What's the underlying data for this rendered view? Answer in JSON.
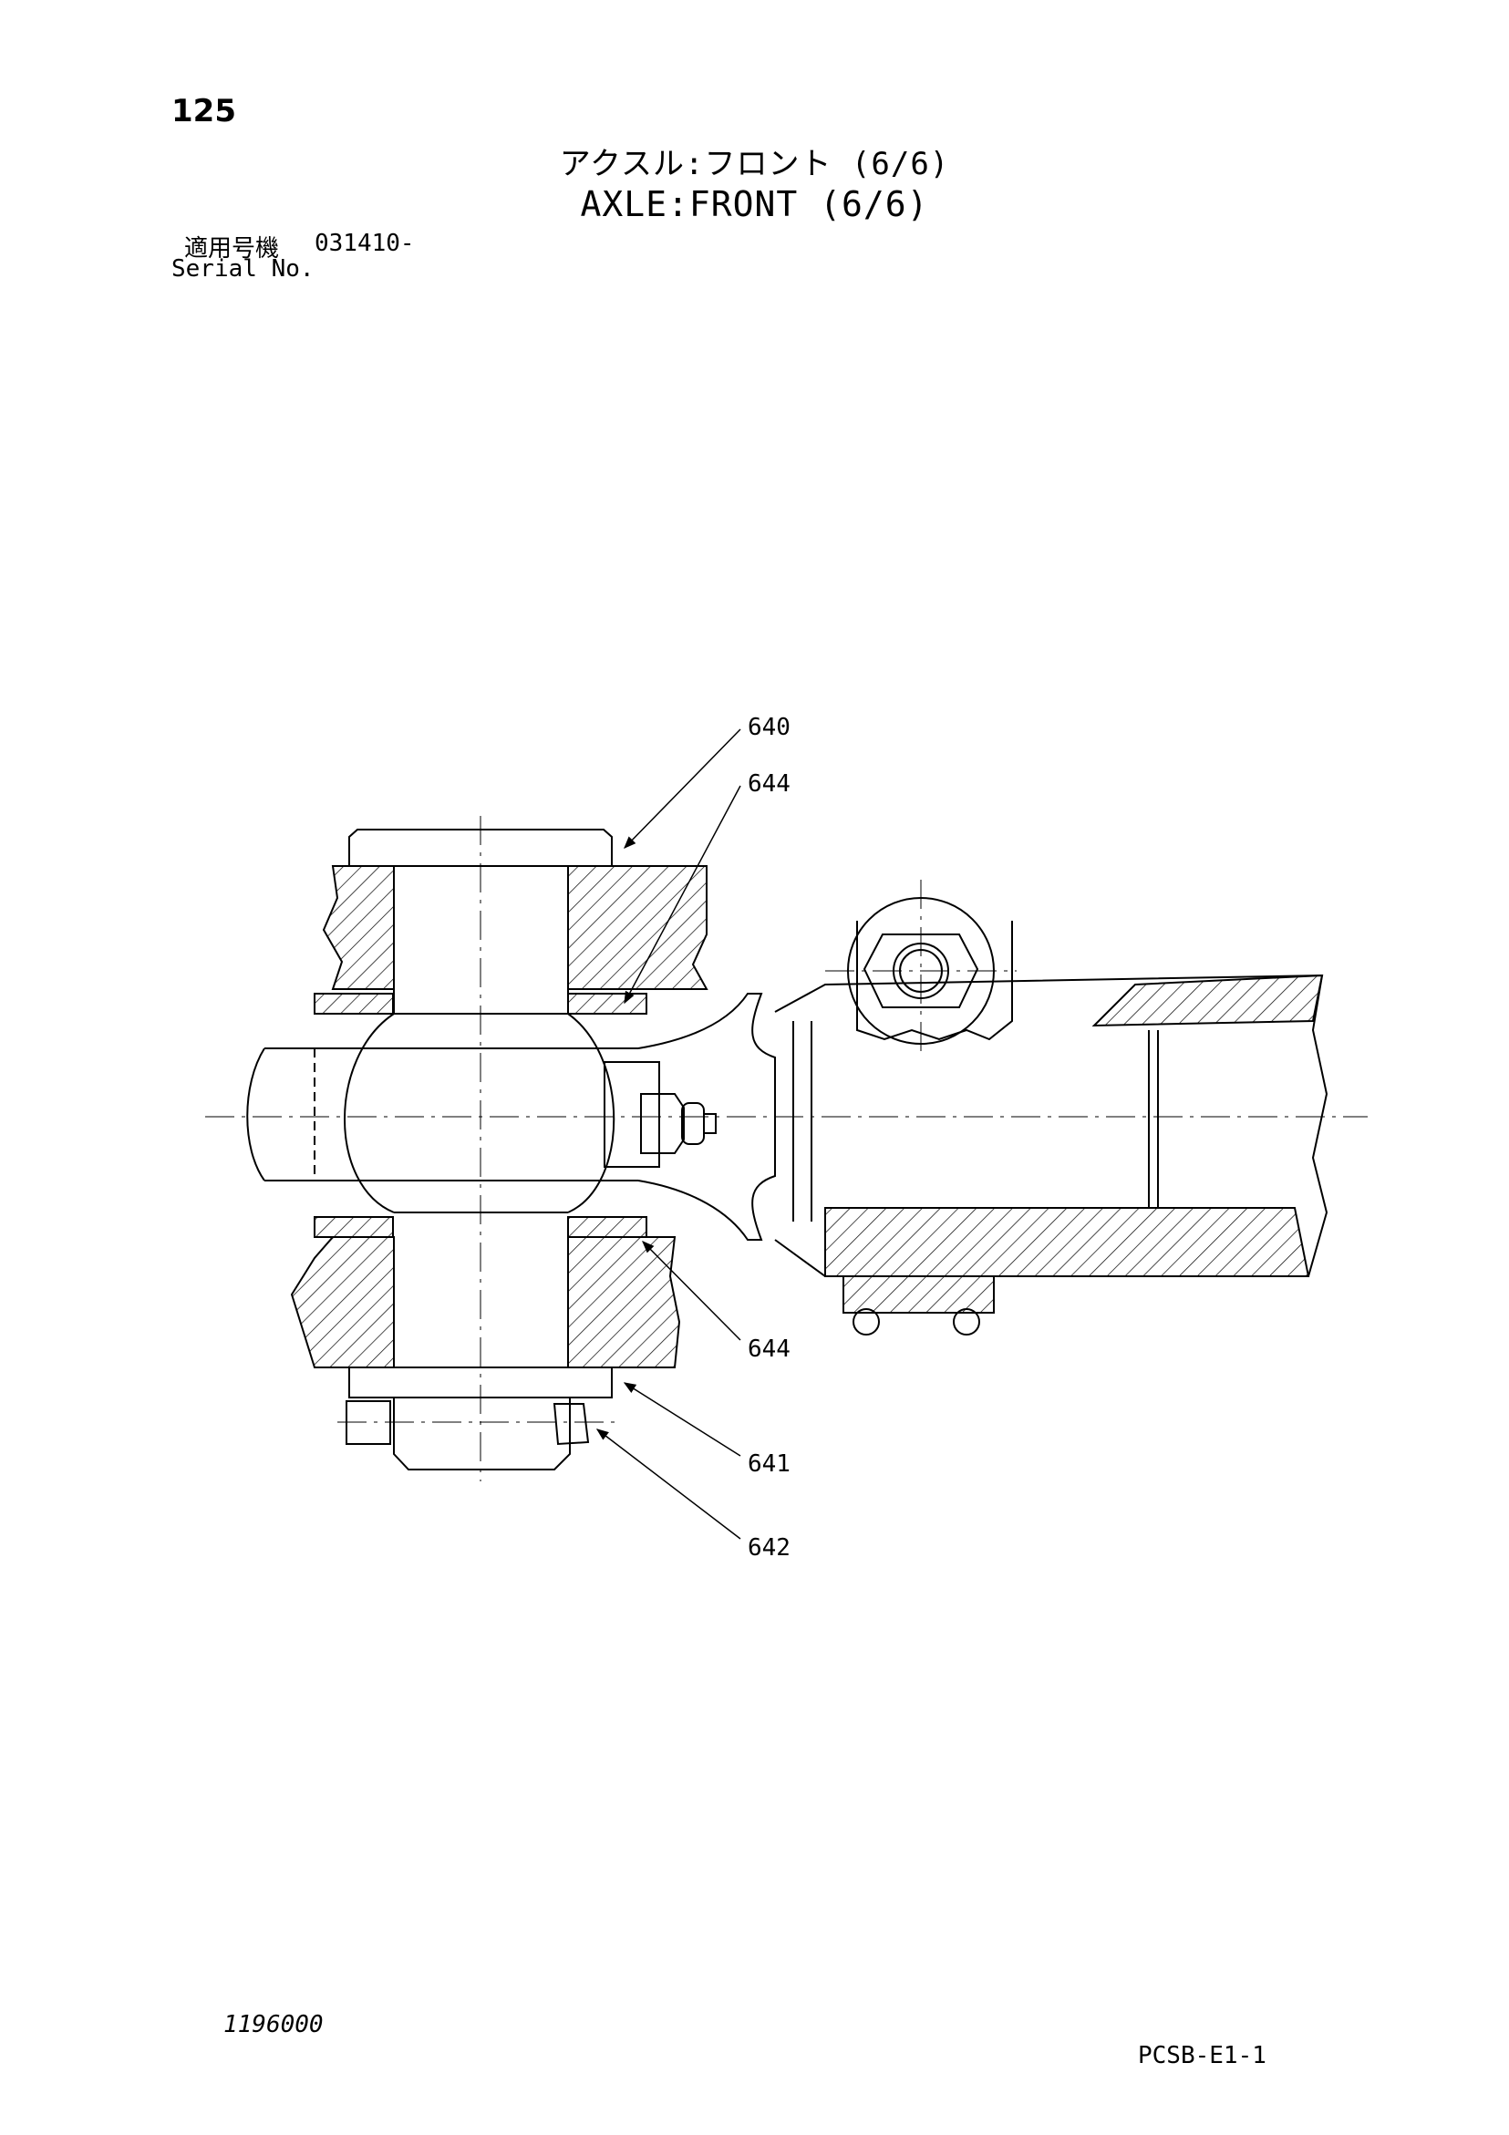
{
  "header": {
    "page_number": "125",
    "title_jp": "アクスル:フロント (6/6)",
    "title_en": "AXLE:FRONT (6/6)",
    "serial_label_jp": "適用号機",
    "serial_value": "031410-",
    "serial_label_en": "Serial No."
  },
  "diagram": {
    "callouts": [
      {
        "id": "640",
        "label": "640"
      },
      {
        "id": "644-top",
        "label": "644"
      },
      {
        "id": "644-bottom",
        "label": "644"
      },
      {
        "id": "641",
        "label": "641"
      },
      {
        "id": "642",
        "label": "642"
      }
    ]
  },
  "footer": {
    "doc_number": "1196000",
    "sheet_code": "PCSB-E1-1"
  }
}
